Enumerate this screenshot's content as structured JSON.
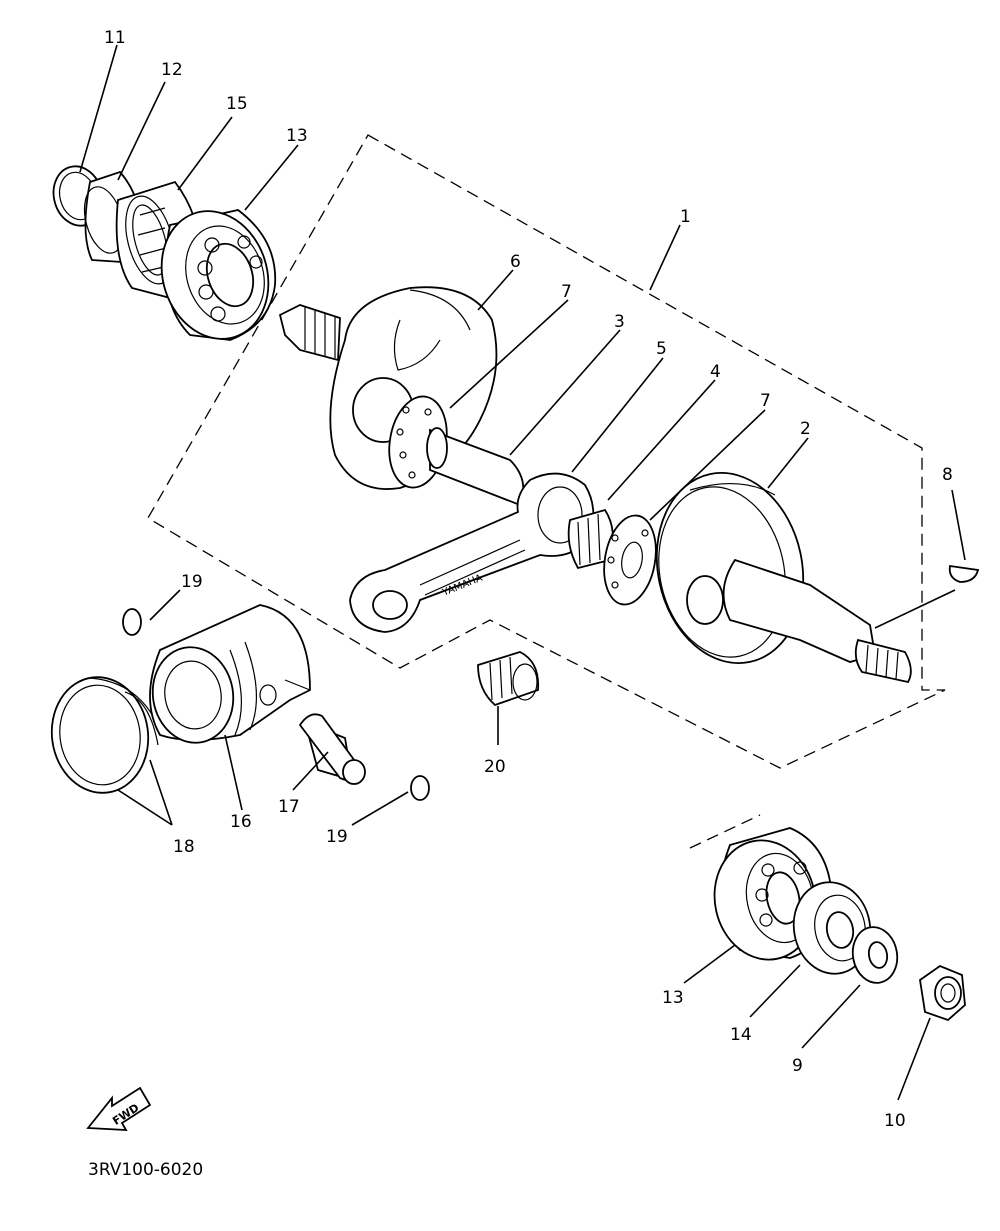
{
  "diagram": {
    "catalog_code": "3RV100-6020",
    "fwd_label": "FWD",
    "conrod_text": "YAMAHA",
    "callouts": {
      "c1": "1",
      "c2": "2",
      "c3": "3",
      "c4": "4",
      "c5": "5",
      "c6": "6",
      "c7a": "7",
      "c7b": "7",
      "c8": "8",
      "c9": "9",
      "c10": "10",
      "c11": "11",
      "c12": "12",
      "c13a": "13",
      "c13b": "13",
      "c14": "14",
      "c15": "15",
      "c16": "16",
      "c17": "17",
      "c18": "18",
      "c19a": "19",
      "c19b": "19",
      "c20": "20"
    }
  }
}
